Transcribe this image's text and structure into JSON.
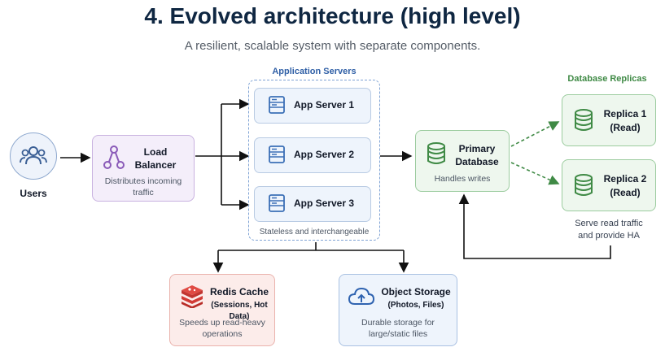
{
  "header": {
    "title": "4. Evolved architecture (high level)",
    "subtitle": "A resilient, scalable system with separate components."
  },
  "users": {
    "label": "Users"
  },
  "load_balancer": {
    "title_line1": "Load",
    "title_line2": "Balancer",
    "desc_line1": "Distributes incoming",
    "desc_line2": "traffic"
  },
  "app_servers": {
    "group_label": "Application Servers",
    "items": [
      {
        "label": "App Server 1"
      },
      {
        "label": "App Server 2"
      },
      {
        "label": "App Server 3"
      }
    ],
    "caption": "Stateless and interchangeable"
  },
  "primary_db": {
    "title_line1": "Primary",
    "title_line2": "Database",
    "desc": "Handles writes"
  },
  "replicas": {
    "group_label": "Database Replicas",
    "items": [
      {
        "title": "Replica 1",
        "sub": "(Read)"
      },
      {
        "title": "Replica 2",
        "sub": "(Read)"
      }
    ],
    "caption_line1": "Serve read traffic",
    "caption_line2": "and provide HA"
  },
  "redis": {
    "title": "Redis Cache",
    "sub": "(Sessions, Hot Data)",
    "desc_line1": "Speeds up read-heavy",
    "desc_line2": "operations"
  },
  "object_storage": {
    "title": "Object Storage",
    "sub": "(Photos, Files)",
    "desc_line1": "Durable storage for",
    "desc_line2": "large/static files"
  },
  "colors": {
    "title": "#0f2742",
    "lb_accent": "#8a5ab8",
    "app_accent": "#3b6fb6",
    "db_accent": "#3f8a45",
    "redis_accent": "#d13b36",
    "storage_accent": "#2f63b0"
  }
}
